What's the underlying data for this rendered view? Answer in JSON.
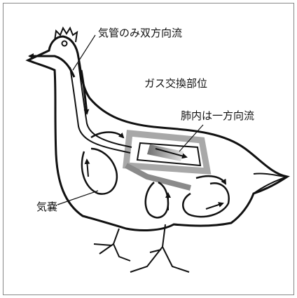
{
  "labels": {
    "trachea": "気管のみ双方向流",
    "gas_exchange": "ガス交換部位",
    "lung_flow": "肺内は一方向流",
    "air_sac": "気嚢"
  },
  "colors": {
    "outline": "#111111",
    "background": "#ffffff",
    "lung_band": "#a8a8a8",
    "lung_band_dark": "#8a8a8a",
    "border": "#888888"
  },
  "icons": {
    "exhale": "arrow-left-icon",
    "inhale": "arrow-down-icon",
    "flow": "arrow-right-icon"
  }
}
